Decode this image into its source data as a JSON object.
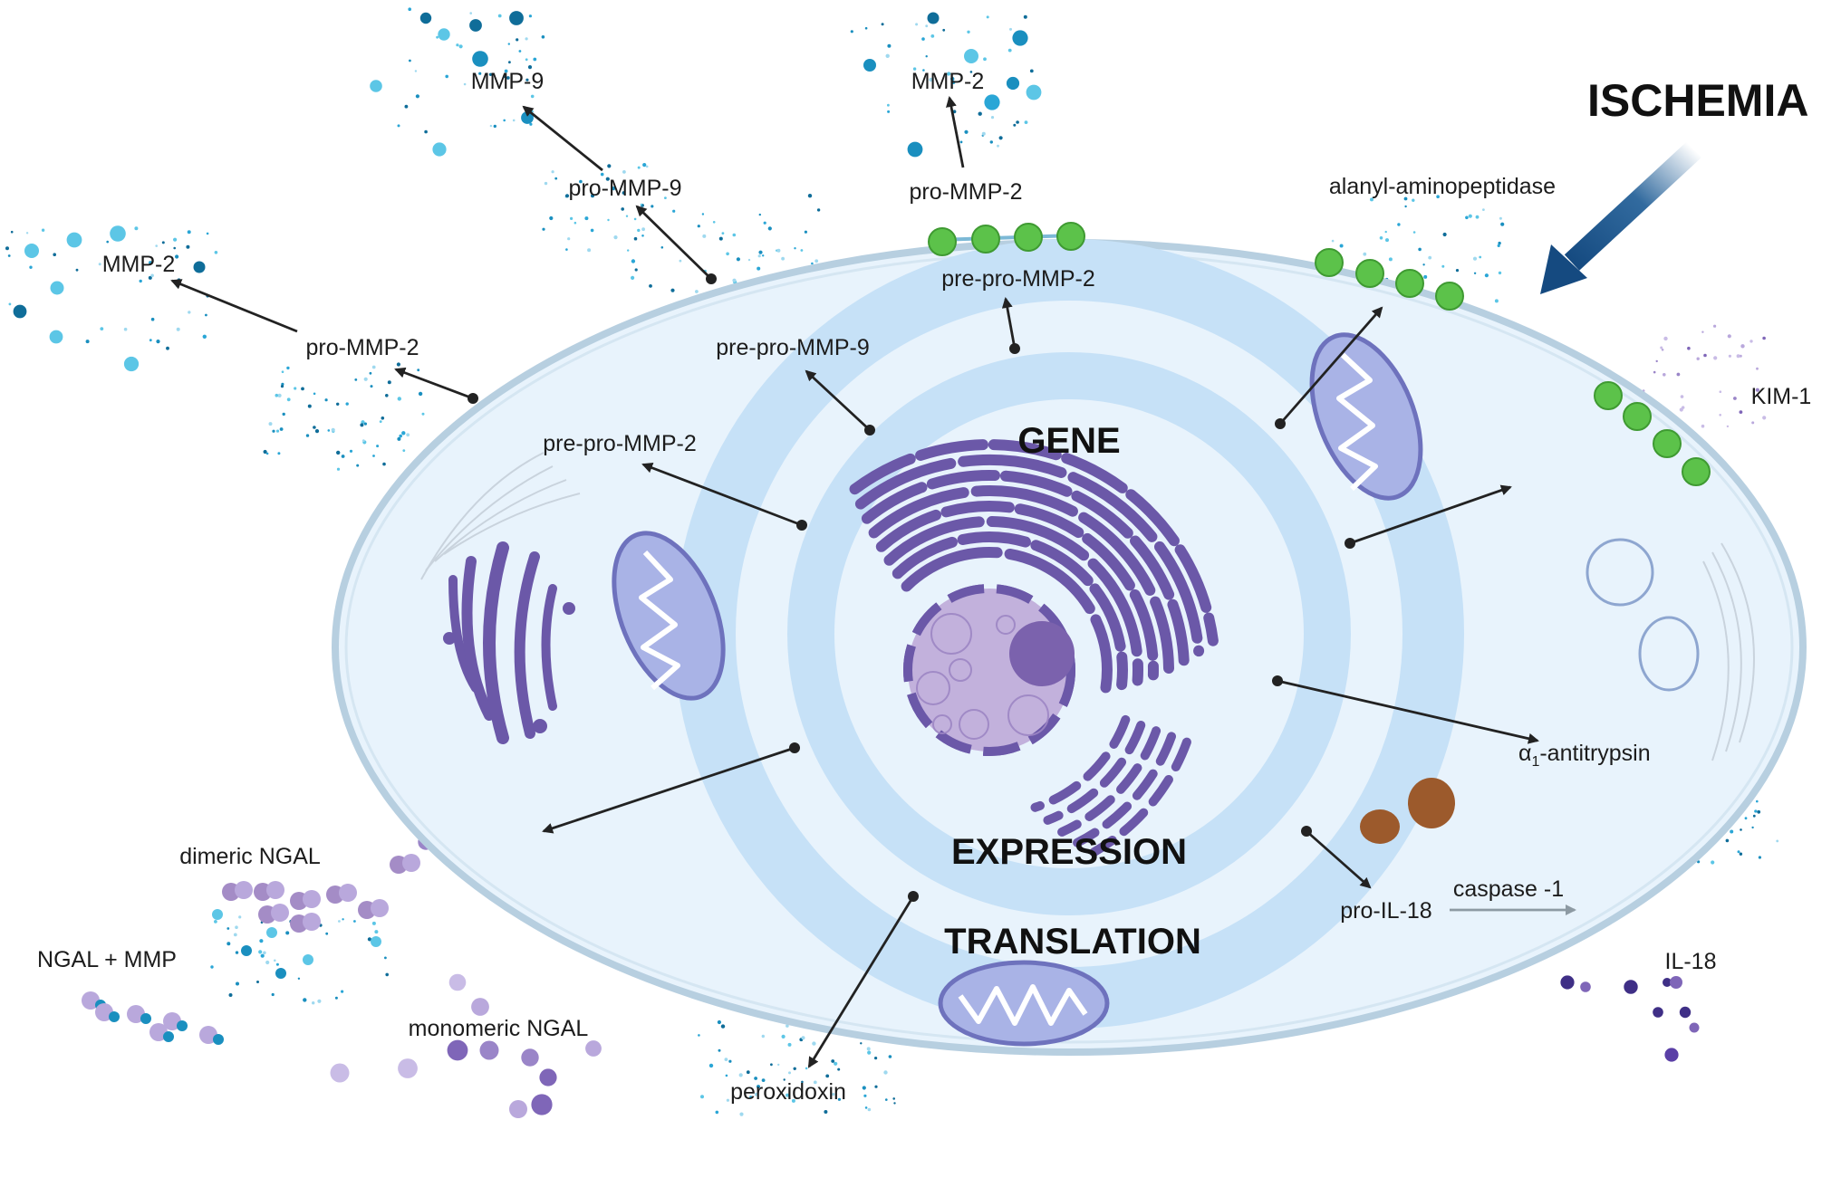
{
  "title": "ISCHEMIA",
  "center_labels": {
    "gene": "GENE",
    "expression": "EXPRESSION",
    "translation": "TRANSLATION"
  },
  "labels": {
    "mmp9_top": "MMP-9",
    "mmp2_top": "MMP-2",
    "mmp2_left": "MMP-2",
    "pro_mmp9": "pro-MMP-9",
    "pro_mmp2_top": "pro-MMP-2",
    "pro_mmp2_left": "pro-MMP-2",
    "pre_pro_mmp2_top": "pre-pro-MMP-2",
    "pre_pro_mmp9": "pre-pro-MMP-9",
    "pre_pro_mmp2_left": "pre-pro-MMP-2",
    "alanyl_aminopeptidase": "alanyl-aminopeptidase",
    "kim1": "KIM-1",
    "alpha1_antitrypsin_prefix": "α",
    "alpha1_antitrypsin_sub": "1",
    "alpha1_antitrypsin_suffix": "-antitrypsin",
    "pro_il18": "pro-IL-18",
    "caspase1": "caspase -1",
    "il18": "IL-18",
    "dimeric_ngal": "dimeric NGAL",
    "ngal_mmp": "NGAL + MMP",
    "monomeric_ngal": "monomeric NGAL",
    "peroxidoxin": "peroxidoxin"
  },
  "colors": {
    "cell_fill": "#e8f3fc",
    "cell_border": "#a9c4d8",
    "ring": "#c6e1f7",
    "organelle_purple": "#6b58a8",
    "nucleus": "#a48cc6",
    "mito_fill": "#a9b3e6",
    "mito_stroke": "#6e72bd",
    "receptor_green": "#5cc24a",
    "arrow_blue": "#1b5a94",
    "dot_teal": "#1a8fbf",
    "dot_purple": "#9a85c8",
    "brown": "#9c5a2c"
  }
}
